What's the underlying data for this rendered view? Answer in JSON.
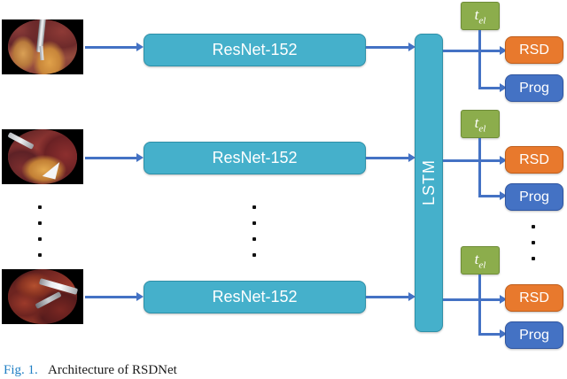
{
  "figure": {
    "caption_label": "Fig. 1.",
    "caption_text": "Architecture of RSDNet"
  },
  "diagram": {
    "type": "neural-network-architecture",
    "colors": {
      "resnet_box": "#45B0CB",
      "lstm_box": "#45B0CB",
      "tel_box": "#8CAD4C",
      "rsd_box": "#E8792D",
      "prog_box": "#4472C4",
      "arrow": "#4472C4",
      "background": "#FFFFFF"
    },
    "input_frames": [
      {
        "name": "endoscopic-frame-1",
        "description": "laparoscopic view: liver, fatty tissue and grasper"
      },
      {
        "name": "endoscopic-frame-2",
        "description": "laparoscopic view: liver with dissecting instrument"
      },
      {
        "name": "endoscopic-frame-3",
        "description": "laparoscopic view: dark tissue with metallic shaft"
      }
    ],
    "backbone_label": "ResNet-152",
    "recurrent_label": "LSTM",
    "time_label": "t",
    "time_subscript": "el",
    "outputs": [
      {
        "label": "RSD",
        "color": "#E8792D"
      },
      {
        "label": "Prog",
        "color": "#4472C4"
      }
    ],
    "rows": [
      {
        "index": 1,
        "backbone": "ResNet-152",
        "tel": "t",
        "tel_sub": "el",
        "out_a": "RSD",
        "out_b": "Prog"
      },
      {
        "index": 2,
        "backbone": "ResNet-152",
        "tel": "t",
        "tel_sub": "el",
        "out_a": "RSD",
        "out_b": "Prog"
      },
      {
        "index": 3,
        "backbone": "ResNet-152",
        "tel": "t",
        "tel_sub": "el",
        "out_a": "RSD",
        "out_b": "Prog"
      }
    ],
    "ellipsis": {
      "left_column_dots": 4,
      "middle_column_dots": 4,
      "right_column_dots": 3
    }
  }
}
